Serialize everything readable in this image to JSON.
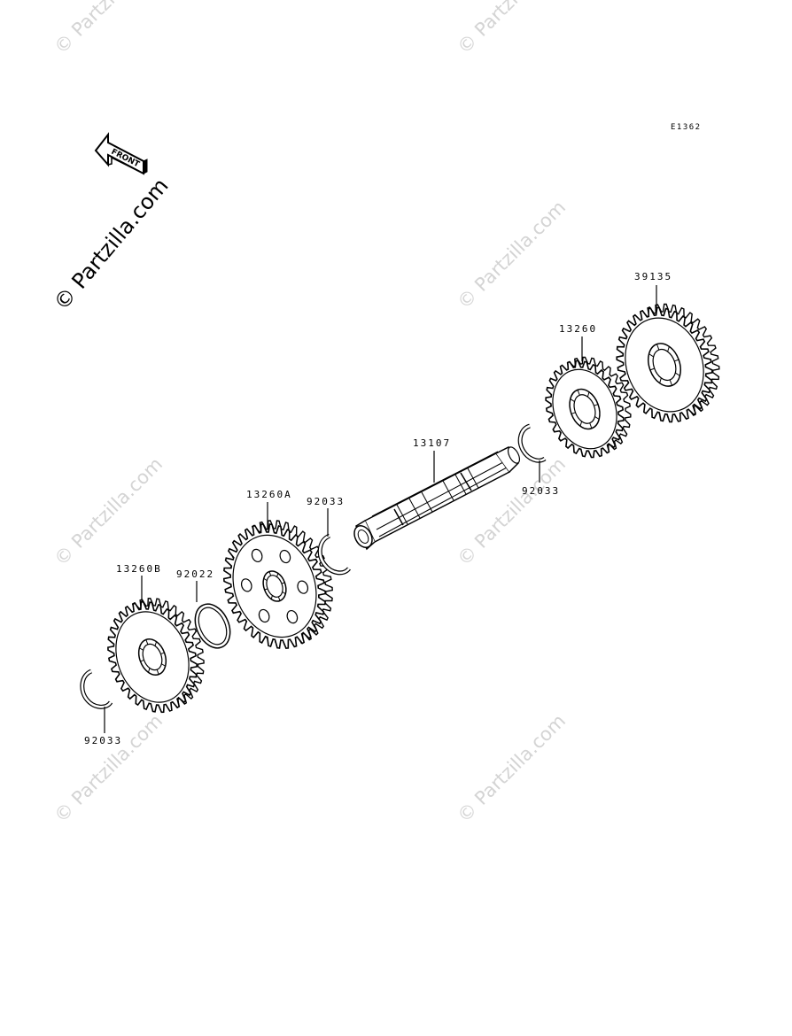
{
  "diagram_code": "E1362",
  "front_label": "FRONT",
  "watermark": "© Partzilla.com",
  "parts": {
    "p39135": "39135",
    "p13260": "13260",
    "p92033_right": "92033",
    "p13107": "13107",
    "p92033_mid": "92033",
    "p13260A": "13260A",
    "p92022": "92022",
    "p13260B": "13260B",
    "p92033_left": "92033"
  }
}
